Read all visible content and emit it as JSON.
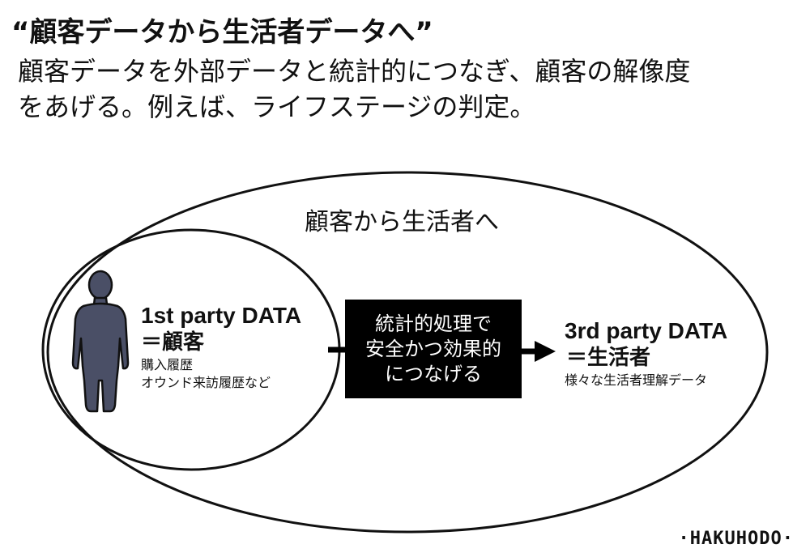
{
  "header": {
    "title": "“顧客データから生活者データへ”",
    "subtitle_line1": "顧客データを外部データと統計的につなぎ、顧客の解像度",
    "subtitle_line2": "をあげる。例えば、ライフステージの判定。"
  },
  "diagram": {
    "outer_label": "顧客から生活者へ",
    "first_party": {
      "heading": "1st party DATA",
      "subheading": "＝顧客",
      "detail_line1": "購入履歴",
      "detail_line2": "オウンド来訪履歴など"
    },
    "process": {
      "line1": "統計的処理で",
      "line2": "安全かつ効果的",
      "line3": "につなげる"
    },
    "third_party": {
      "heading": "3rd party DATA",
      "subheading": "＝生活者",
      "detail": "様々な生活者理解データ"
    }
  },
  "branding": {
    "logo_text": "·HAKUHODO·"
  },
  "colors": {
    "person_fill": "#4a4f66",
    "box_fill": "#000000",
    "stroke": "#111111"
  },
  "icons": {
    "person": "person-silhouette-icon",
    "arrow": "arrow-right-icon"
  }
}
